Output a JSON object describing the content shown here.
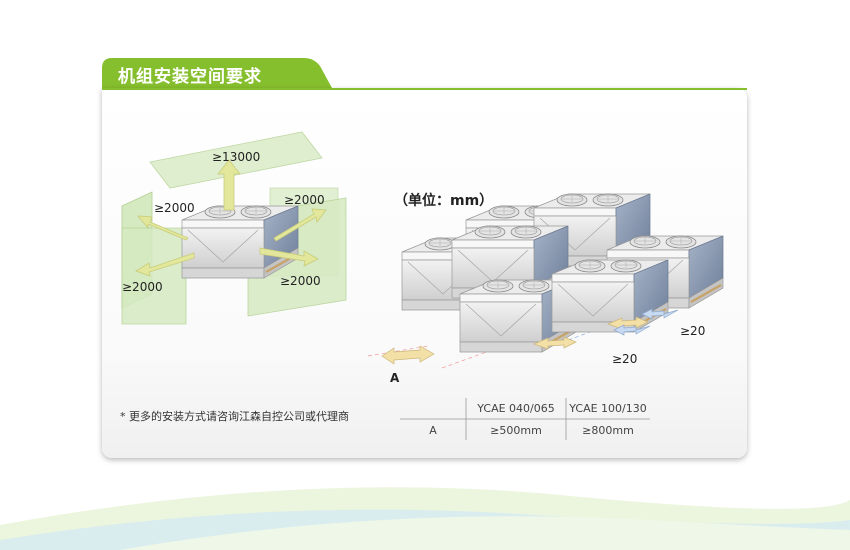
{
  "section": {
    "title": "机组安装空间要求"
  },
  "left_diagram": {
    "labels": {
      "top": "≥13000",
      "left_upper": "≥2000",
      "right_upper": "≥2000",
      "left_lower": "≥2000",
      "right_lower": "≥2000"
    }
  },
  "right_diagram": {
    "unit_label": "（单位：mm）",
    "labels": {
      "spacing_upper": "≥20",
      "spacing_lower": "≥20",
      "dimension": "A"
    }
  },
  "footnote": "* 更多的安装方式请咨询江森自控公司或代理商",
  "spec_table": {
    "headers": [
      "",
      "YCAE 040/065",
      "YCAE 100/130"
    ],
    "rows": [
      {
        "label": "A",
        "values": [
          "≥500mm",
          "≥800mm"
        ]
      }
    ]
  },
  "colors": {
    "accent": "#86bf2d",
    "clearance_plane": "#d8ecc4",
    "arrow": "#e8e8a6",
    "coil": "#8191aa",
    "frame": "#dcdcdc"
  }
}
